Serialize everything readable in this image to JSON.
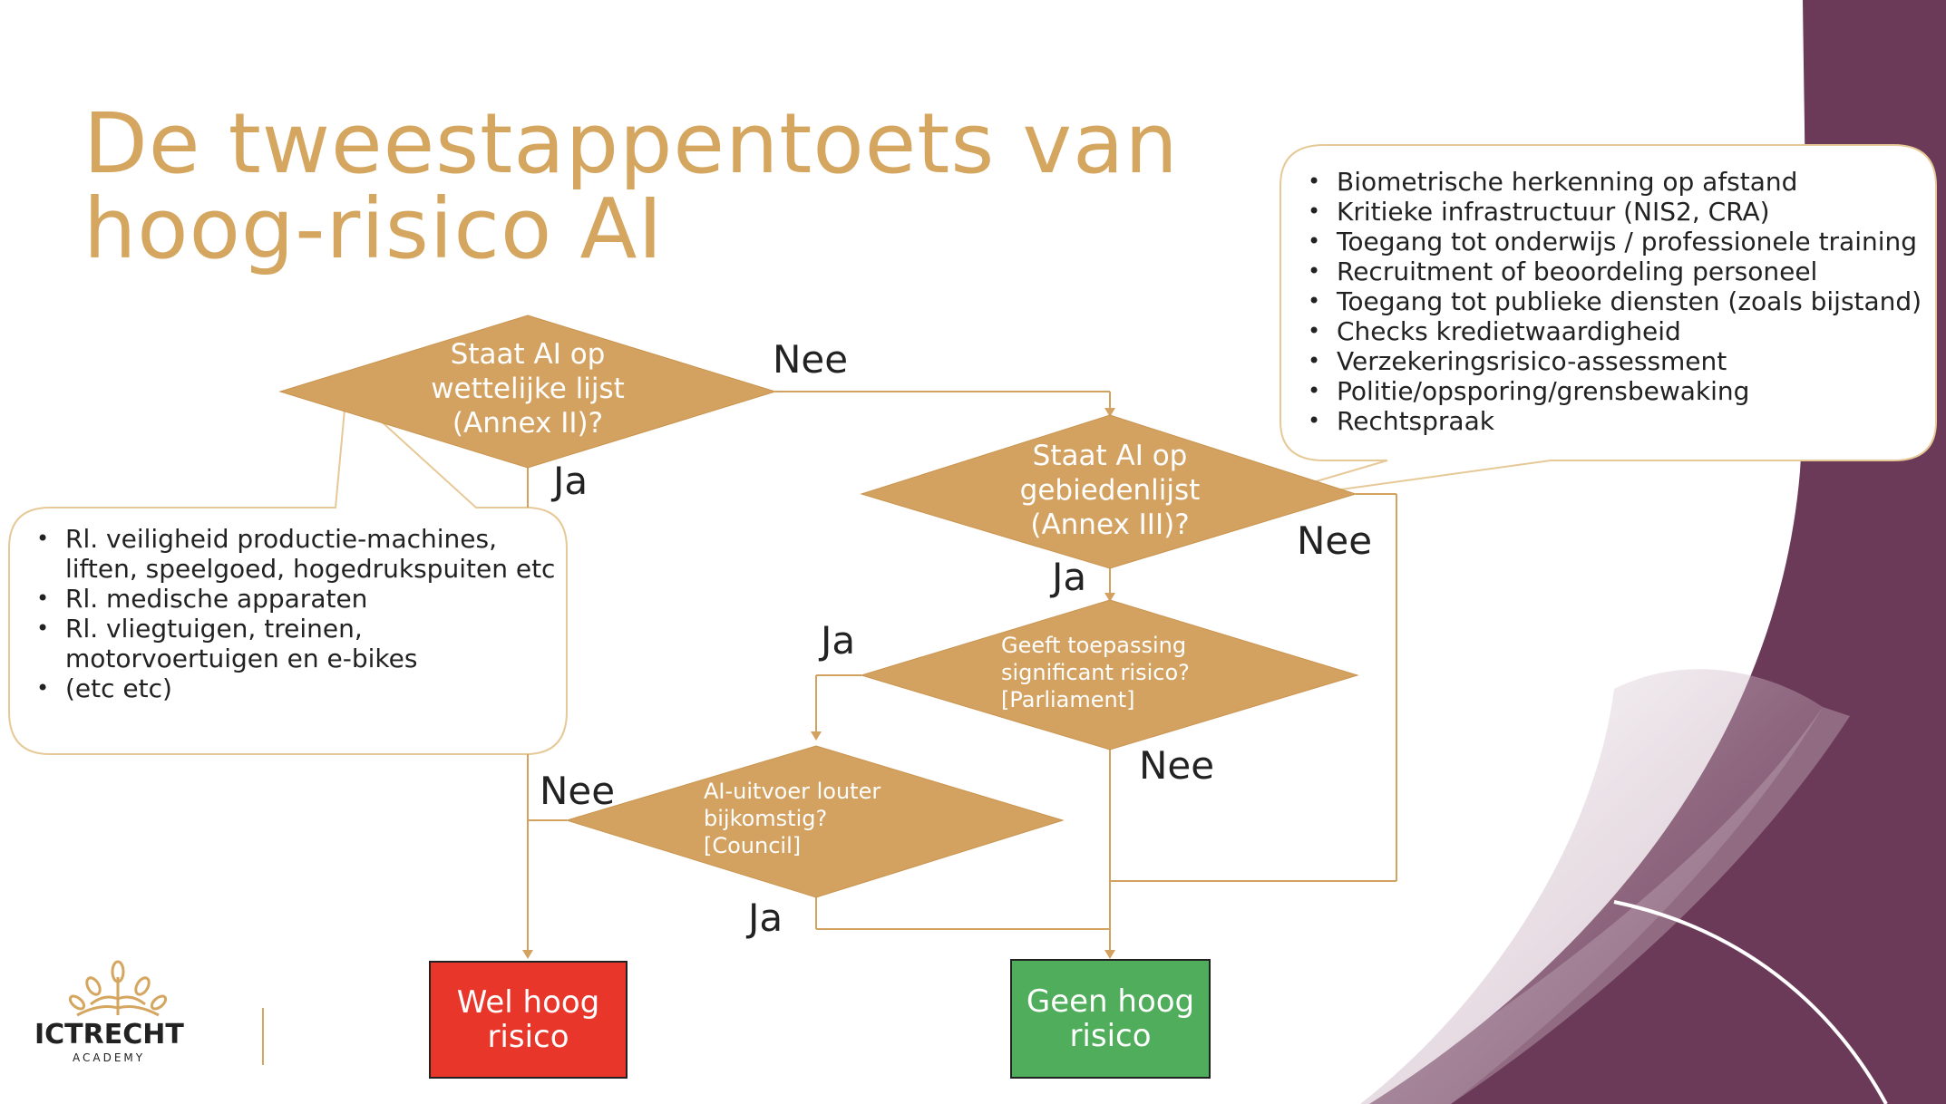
{
  "slide": {
    "title_line1": "De tweestappentoets van",
    "title_line2": "hoog-risico AI"
  },
  "colors": {
    "accent": "#d4a65f",
    "diamond_fill": "#d4a260",
    "purple": "#6b3a58",
    "red_box": "#e8362a",
    "green_box": "#4fad5b"
  },
  "nodes": {
    "annex2": {
      "line1": "Staat AI op",
      "line2": "wettelijke lijst",
      "line3": "(Annex II)?"
    },
    "annex3": {
      "line1": "Staat AI op",
      "line2": "gebiedenlijst",
      "line3": "(Annex III)?"
    },
    "significant": {
      "line1": "Geeft toepassing",
      "line2": "significant risico?",
      "line3": "[Parliament]"
    },
    "ancillary": {
      "line1": "AI-uitvoer louter",
      "line2": "bijkomstig?",
      "line3": "[Council]"
    }
  },
  "edge_labels": {
    "annex2_nee": "Nee",
    "annex2_ja": "Ja",
    "annex3_nee": "Nee",
    "annex3_ja": "Ja",
    "significant_ja": "Ja",
    "significant_nee": "Nee",
    "ancillary_nee": "Nee",
    "ancillary_ja": "Ja"
  },
  "outcomes": {
    "high": "Wel hoog risico",
    "not_high": "Geen hoog risico"
  },
  "callout_annex3": {
    "items": [
      "Biometrische herkenning op afstand",
      "Kritieke infrastructuur (NIS2, CRA)",
      "Toegang tot onderwijs / professionele training",
      "Recruitment of beoordeling personeel",
      "Toegang tot publieke diensten (zoals bijstand)",
      "Checks kredietwaardigheid",
      "Verzekeringsrisico-assessment",
      "Politie/opsporing/grensbewaking",
      "Rechtspraak"
    ]
  },
  "callout_annex2": {
    "items": [
      "Rl. veiligheid productie-machines, liften, speelgoed, hogedrukspuiten etc",
      "Rl. medische apparaten",
      "Rl. vliegtuigen, treinen, motorvoertuigen en e-bikes",
      "(etc etc)"
    ]
  },
  "logo": {
    "name": "ICTRECHT",
    "sub": "ACADEMY",
    "icon": "tree-logo-icon"
  }
}
